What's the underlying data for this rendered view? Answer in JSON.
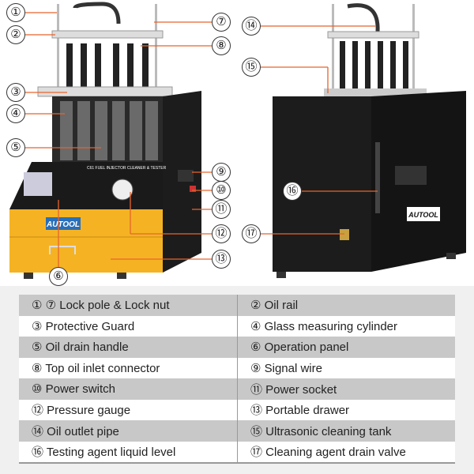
{
  "callouts": {
    "c1": "①",
    "c2": "②",
    "c3": "③",
    "c4": "④",
    "c5": "⑤",
    "c6": "⑥",
    "c7": "⑦",
    "c8": "⑧",
    "c9": "⑨",
    "c10": "⑩",
    "c11": "⑪",
    "c12": "⑫",
    "c13": "⑬",
    "c14": "⑭",
    "c15": "⑮",
    "c16": "⑯",
    "c17": "⑰"
  },
  "brand": "AUTOOL",
  "panel_title": "C61 FUEL INJECTOR CLEANER & TESTER",
  "table": [
    [
      "① ⑦ Lock pole & Lock nut",
      "② Oil rail"
    ],
    [
      "③ Protective Guard",
      "④ Glass measuring cylinder"
    ],
    [
      "⑤ Oil drain handle",
      "⑥ Operation panel"
    ],
    [
      "⑧ Top oil inlet connector",
      "⑨ Signal wire"
    ],
    [
      "⑩ Power switch",
      "⑪ Power socket"
    ],
    [
      "⑫ Pressure gauge",
      "⑬ Portable drawer"
    ],
    [
      "⑭ Oil outlet pipe",
      "⑮ Ultrasonic cleaning tank"
    ],
    [
      "⑯ Testing agent liquid level",
      "⑰ Cleaning agent drain valve"
    ]
  ],
  "colors": {
    "accent": "#e8642c",
    "yellow": "#f5b323",
    "body": "#1c1c1c"
  }
}
